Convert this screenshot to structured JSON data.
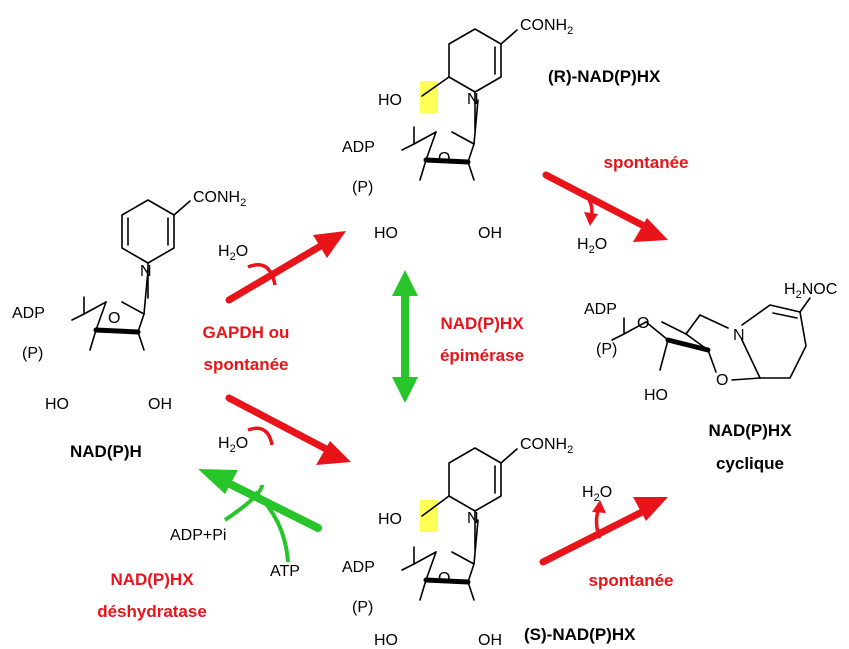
{
  "colors": {
    "red": "#e8141a",
    "green": "#27c42a",
    "highlight": "#ffff55",
    "black": "#000000"
  },
  "atoms": {
    "conh2": "CONH",
    "two": "2",
    "h2noc": "H",
    "noc": "NOC",
    "adp": "ADP",
    "p": "(P)",
    "o": "O",
    "n": "N",
    "ho": "HO",
    "oh": "OH",
    "h": "H",
    "h2o_o": "O"
  },
  "compounds": {
    "nadph": "NAD(P)H",
    "r_nadphx": "(R)-NAD(P)HX",
    "s_nadphx": "(S)-NAD(P)HX",
    "cyclic_line1": "NAD(P)HX",
    "cyclic_line2": "cyclique"
  },
  "enzymes": {
    "gapdh_line1": "GAPDH ou",
    "gapdh_line2": "spontanée",
    "epimerase_line1": "NAD(P)HX",
    "epimerase_line2": "épimérase",
    "dehydratase_line1": "NAD(P)HX",
    "dehydratase_line2": "déshydratase",
    "spont_top": "spontanée",
    "spont_bottom": "spontanée"
  },
  "cofactors": {
    "adp_pi": "ADP+Pi",
    "atp": "ATP"
  }
}
